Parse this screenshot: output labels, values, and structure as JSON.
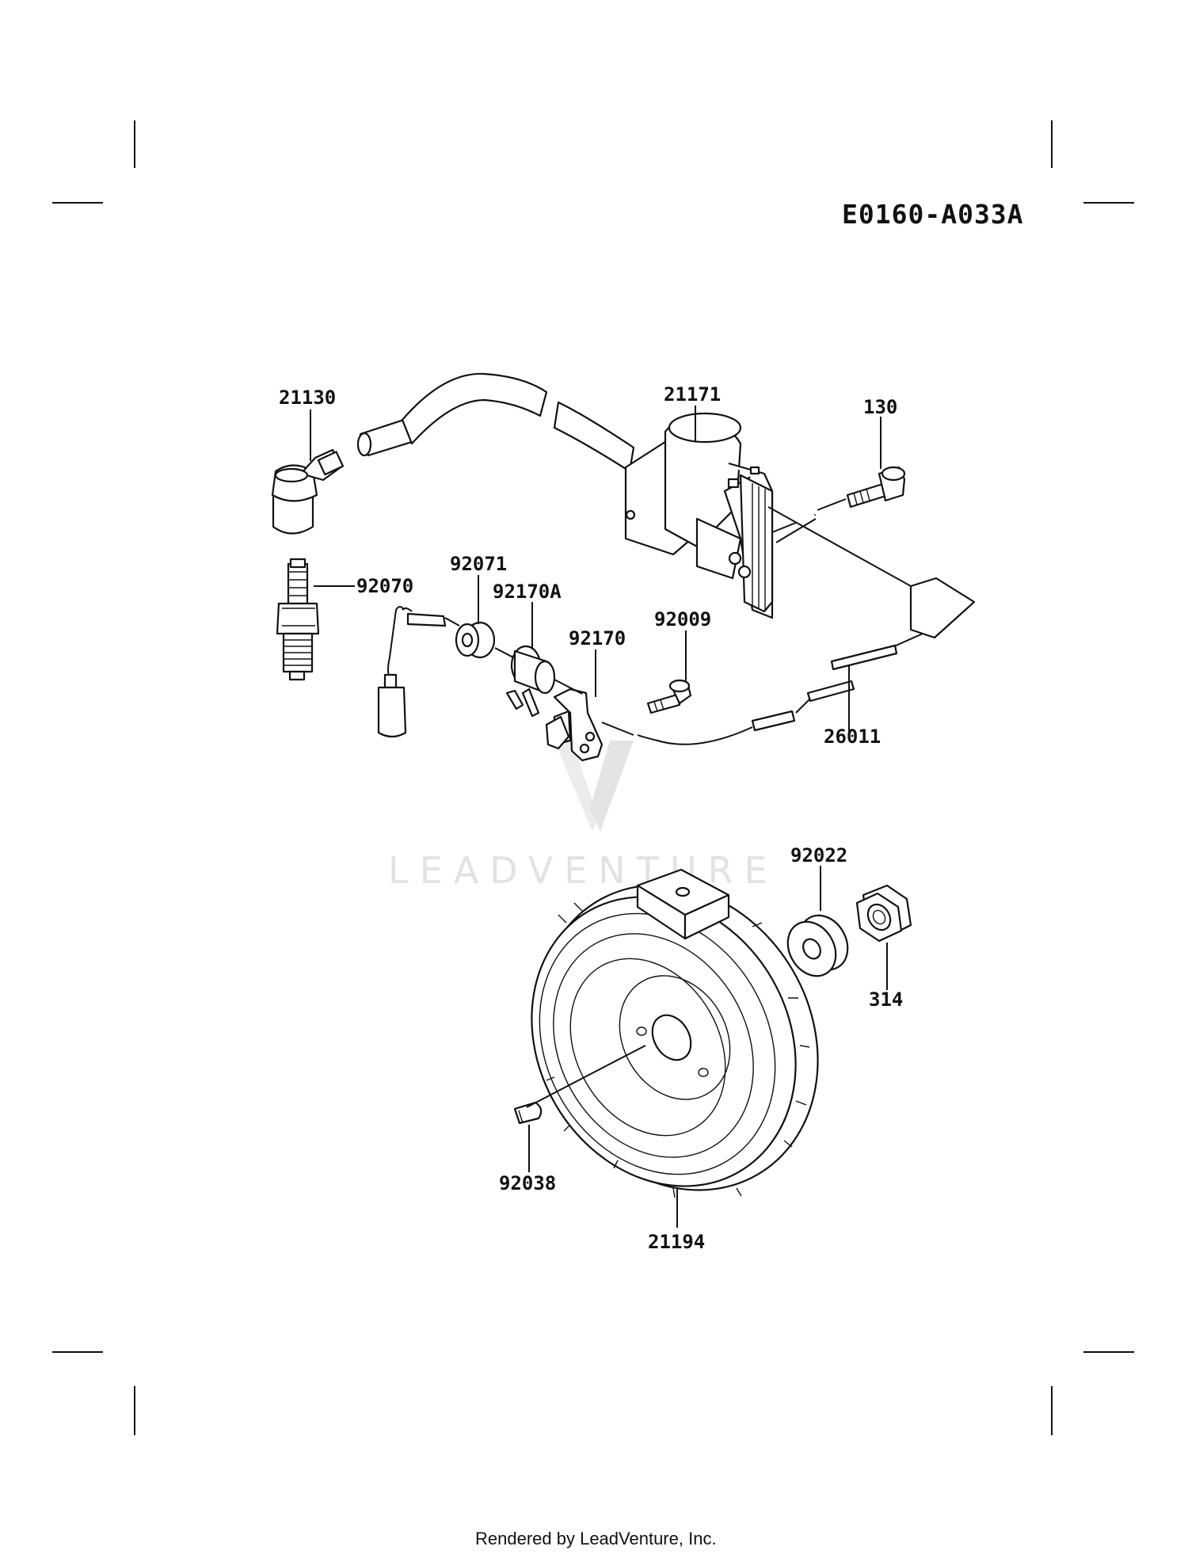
{
  "diagram": {
    "code": "E0160-A033A",
    "watermark": "LEADVENTURE",
    "footer": "Rendered by LeadVenture, Inc.",
    "parts": [
      {
        "id": "21130"
      },
      {
        "id": "21171"
      },
      {
        "id": "130"
      },
      {
        "id": "92070"
      },
      {
        "id": "92071"
      },
      {
        "id": "92170A"
      },
      {
        "id": "92170"
      },
      {
        "id": "92009"
      },
      {
        "id": "26011"
      },
      {
        "id": "92022"
      },
      {
        "id": "314"
      },
      {
        "id": "92038"
      },
      {
        "id": "21194"
      }
    ]
  }
}
